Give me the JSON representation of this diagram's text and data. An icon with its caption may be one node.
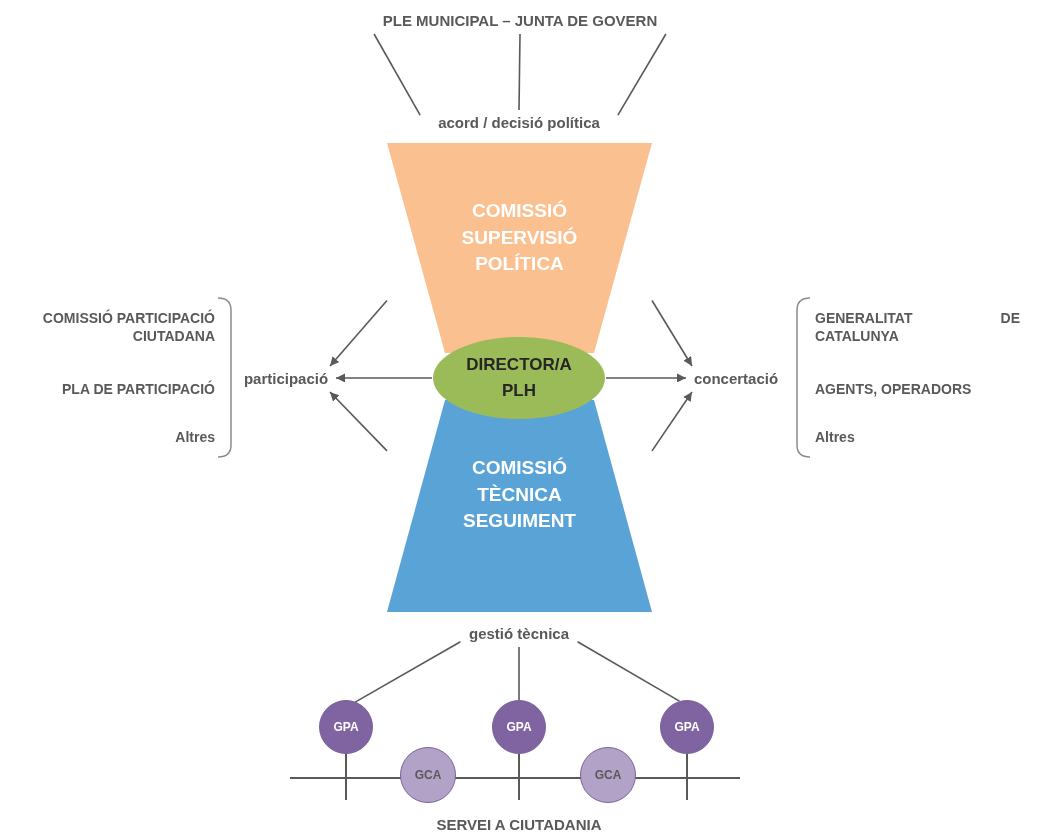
{
  "diagram": {
    "nodes": [
      {
        "text": [
          "PLE MUNICIPAL – JUNTA DE GOVERN"
        ]
      },
      {
        "text": [
          "acord / decisió política"
        ]
      },
      {
        "text": [
          "COMISSIÓ SUPERVISIÓ POLÍTICA"
        ]
      },
      {
        "text": [
          "DIRECTOR/A PLH"
        ]
      },
      {
        "text": [
          "COMISSIÓ TÈCNICA SEGUIMENT"
        ]
      },
      {
        "text": [
          "participació"
        ]
      },
      {
        "text": [
          "concertació"
        ]
      },
      {
        "text": [
          "gestió tècnica"
        ]
      },
      {
        "text": [
          "GPA"
        ]
      },
      {
        "text": [
          "GPA"
        ]
      },
      {
        "text": [
          "GPA"
        ]
      },
      {
        "text": [
          "GCA"
        ]
      },
      {
        "text": [
          "GCA"
        ]
      },
      {
        "text": [
          "SERVEI A CIUTADANIA"
        ]
      }
    ],
    "edges": [
      {
        "from": 0,
        "to": 1,
        "arrow": "none"
      },
      {
        "from": 0,
        "to": 1,
        "arrow": "none"
      },
      {
        "from": 0,
        "to": 1,
        "arrow": "none"
      },
      {
        "from": 2,
        "to": 5,
        "arrow": "to"
      },
      {
        "from": 3,
        "to": 5,
        "arrow": "to"
      },
      {
        "from": 4,
        "to": 5,
        "arrow": "to"
      },
      {
        "from": 2,
        "to": 6,
        "arrow": "to"
      },
      {
        "from": 3,
        "to": 6,
        "arrow": "to"
      },
      {
        "from": 4,
        "to": 6,
        "arrow": "to"
      },
      {
        "from": 7,
        "to": 8,
        "arrow": "none"
      },
      {
        "from": 7,
        "to": 9,
        "arrow": "none"
      },
      {
        "from": 7,
        "to": 10,
        "arrow": "none"
      }
    ],
    "labels": [
      "COMISSIÓ PARTICIPACIÓ CIUTADANA",
      "PLA DE PARTICIPACIÓ",
      "Altres",
      "GENERALITAT DE CATALUNYA",
      "AGENTS, OPERADORS",
      "Altres"
    ]
  }
}
